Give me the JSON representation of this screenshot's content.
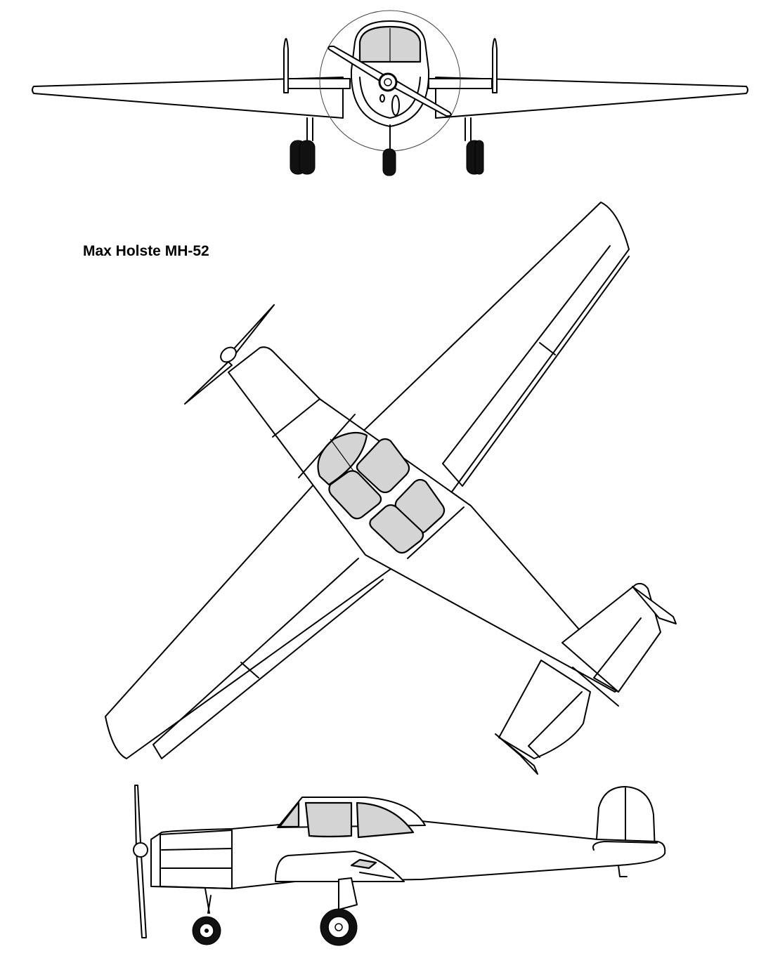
{
  "drawing": {
    "title": "Max Holste MH-52",
    "views": [
      "front-view",
      "top-view",
      "side-view"
    ],
    "colors": {
      "line": "#000000",
      "glazing": "#d4d4d4",
      "background": "#ffffff"
    }
  }
}
